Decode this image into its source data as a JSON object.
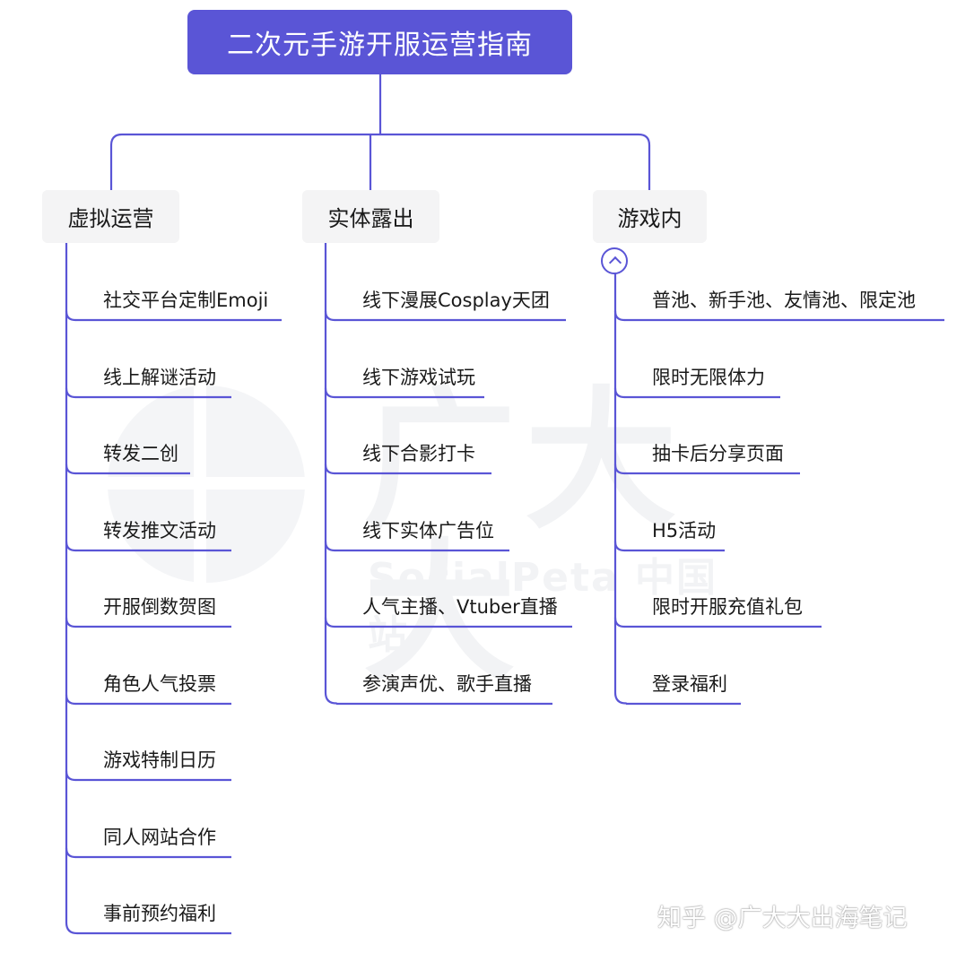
{
  "title": "二次元手游开服运营指南",
  "watermark": {
    "big_text": "广大大",
    "small_text": "SocialPeta 中国站"
  },
  "branches": [
    {
      "label": "虚拟运营",
      "items": [
        "社交平台定制Emoji",
        "线上解谜活动",
        "转发二创",
        "转发推文活动",
        "开服倒数贺图",
        "角色人气投票",
        "游戏特制日历",
        "同人网站合作",
        "事前预约福利"
      ]
    },
    {
      "label": "实体露出",
      "items": [
        "线下漫展Cosplay天团",
        "线下游戏试玩",
        "线下合影打卡",
        "线下实体广告位",
        "人气主播、Vtuber直播",
        "参演声优、歌手直播"
      ]
    },
    {
      "label": "游戏内",
      "items": [
        "普池、新手池、友情池、限定池",
        "限时无限体力",
        "抽卡后分享页面",
        "H5活动",
        "限时开服充值礼包",
        "登录福利"
      ]
    }
  ],
  "credit": "知乎 @广大大出海笔记",
  "colors": {
    "accent": "#5a55d6",
    "branch_bg": "#f4f4f5",
    "leaf_text": "#1a1a1a"
  },
  "icons": {
    "collapse": "chevron-up-icon"
  }
}
